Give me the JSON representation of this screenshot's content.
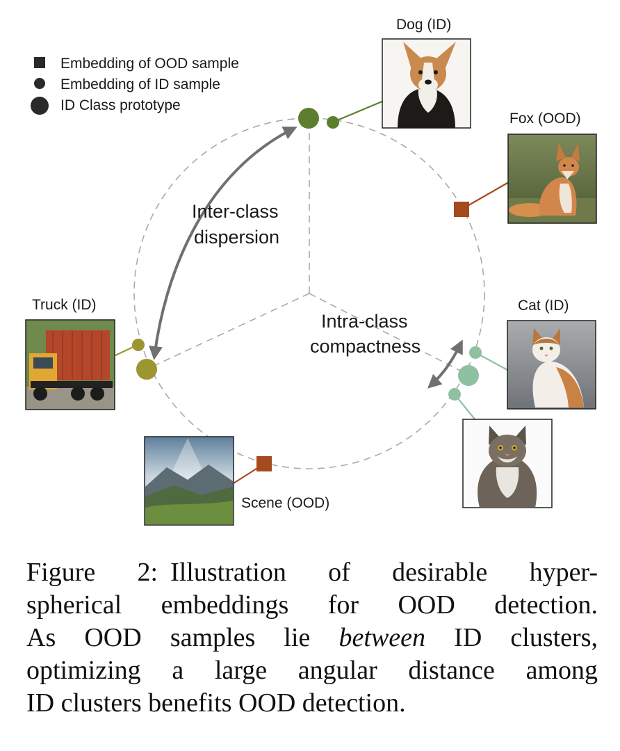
{
  "legend": {
    "ood_sample": "Embedding of OOD sample",
    "id_sample": "Embedding of ID sample",
    "prototype": "ID Class prototype"
  },
  "labels": {
    "dog": "Dog (ID)",
    "fox": "Fox (OOD)",
    "truck": "Truck (ID)",
    "cat": "Cat (ID)",
    "scene": "Scene (OOD)",
    "inter_line1": "Inter-class",
    "inter_line2": "dispersion",
    "intra_line1": "Intra-class",
    "intra_line2": "compactness"
  },
  "colors": {
    "dog": "#5b7f2e",
    "truck": "#9c9530",
    "cat": "#8fc0a2",
    "ood": "#a54a1c",
    "circle": "#aaaaaa",
    "arrow": "#707070"
  },
  "caption": {
    "prefix": "Figure 2:",
    "line1": "Illustration of desirable hyper-",
    "line2": "spherical embeddings for OOD detection.",
    "line3_a": "As OOD samples lie ",
    "line3_em": "between",
    "line3_b": " ID clusters,",
    "line4": "optimizing a large angular distance among",
    "line5": "ID clusters benefits OOD detection."
  }
}
